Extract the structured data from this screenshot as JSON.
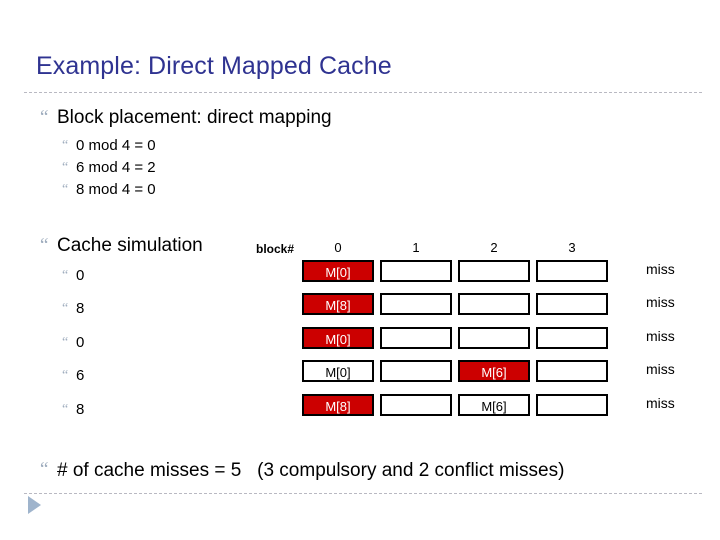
{
  "slide": {
    "title": "Example: Direct Mapped Cache"
  },
  "bullets": {
    "block_placement": "Block placement:  direct mapping",
    "mod_lines": [
      "0 mod 4 = 0",
      "6 mod 4 = 2",
      "8 mod 4 = 0"
    ],
    "cache_simulation": "Cache simulation"
  },
  "table": {
    "block_label": "block#",
    "columns": [
      "0",
      "1",
      "2",
      "3"
    ],
    "rows": [
      {
        "access": "0",
        "cells": [
          {
            "text": "M[0]",
            "filled": true
          },
          {
            "text": "",
            "filled": false
          },
          {
            "text": "",
            "filled": false
          },
          {
            "text": "",
            "filled": false
          }
        ],
        "verdict": "miss"
      },
      {
        "access": "8",
        "cells": [
          {
            "text": "M[8]",
            "filled": true
          },
          {
            "text": "",
            "filled": false
          },
          {
            "text": "",
            "filled": false
          },
          {
            "text": "",
            "filled": false
          }
        ],
        "verdict": "miss"
      },
      {
        "access": "0",
        "cells": [
          {
            "text": "M[0]",
            "filled": true
          },
          {
            "text": "",
            "filled": false
          },
          {
            "text": "",
            "filled": false
          },
          {
            "text": "",
            "filled": false
          }
        ],
        "verdict": "miss"
      },
      {
        "access": "6",
        "cells": [
          {
            "text": "M[0]",
            "filled": false
          },
          {
            "text": "",
            "filled": false
          },
          {
            "text": "M[6]",
            "filled": true
          },
          {
            "text": "",
            "filled": false
          }
        ],
        "verdict": "miss"
      },
      {
        "access": "8",
        "cells": [
          {
            "text": "M[8]",
            "filled": true
          },
          {
            "text": "",
            "filled": false
          },
          {
            "text": "M[6]",
            "filled": false
          },
          {
            "text": "",
            "filled": false
          }
        ],
        "verdict": "miss"
      }
    ]
  },
  "summary": {
    "text": "# of cache misses = 5   (3 compulsory and 2 conflict misses)"
  },
  "icons": {
    "bullet_glyph": "“",
    "nav_triangle": "nav-triangle-icon"
  },
  "colors": {
    "title": "#2f3391",
    "filled_cell": "#cc0000",
    "bullet": "#9fadbe",
    "rule": "#b9b9c2",
    "triangle": "#9fb4cc"
  }
}
